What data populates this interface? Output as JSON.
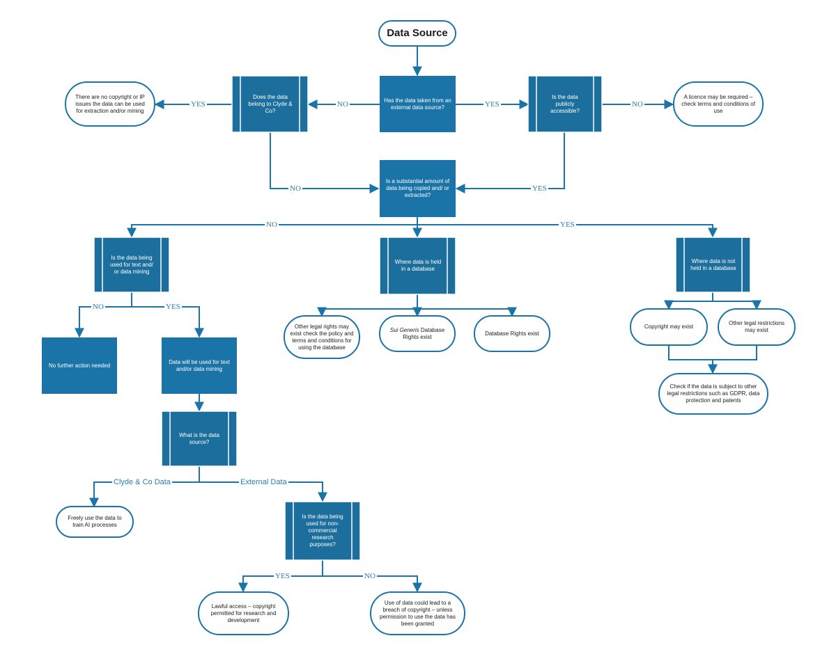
{
  "colors": {
    "line": "#1a74a8",
    "box": "#1a74a8",
    "predefined": "#1c6f9c",
    "label": "#2a7fb3"
  },
  "nodes": {
    "start": "Data Source",
    "external": "Has the data taken from an external data source?",
    "belong": "Does the data belong to Clyde & Co?",
    "no_ip": "There are no copyright or IP issues the data can be used for extraction and/or mining",
    "public": "Is the data publicly accessible?",
    "licence": "A licence may be required – check terms and conditions of use",
    "substantial": "Is a substantial amount of data being copied and/ or extracted?",
    "tdm": "Is the data being used for text and/ or data mining",
    "db_held": "Where data is held in a database",
    "db_not_held": "Where data is not held in a database",
    "no_action": "No further action needed",
    "will_tdm": "Data will be used for text and/or data mining",
    "other_rights": "Other legal rights may exist check the policy and terms and conditions for using the database",
    "sui_generis": "Sui Generis Database Rights exist",
    "db_rights": "Database Rights exist",
    "copyright": "Copyright may exist",
    "other_restrictions": "Other legal restrictions may exist",
    "check_subject": "Check if the data is subject to other legal restrictions such as GDPR, data protection and patents",
    "what_source": "What is the data source?",
    "freely": "Freely use the data to train AI processes",
    "noncommercial": "Is the data being used for non-commercial research purposes?",
    "lawful": "Lawful access – copyright permitted for research and development",
    "breach": "Use of data could lead to a breach of copyright – unless permission to use the data has been granted"
  },
  "labels": {
    "no_belong": "NO",
    "yes_public": "YES",
    "yes_noip": "YES",
    "no_licence": "NO",
    "no_substantial": "NO",
    "yes_substantial": "YES",
    "no_split": "NO",
    "yes_split": "YES",
    "no_tdm": "NO",
    "yes_tdm": "YES",
    "clyde": "Clyde & Co Data",
    "external": "External Data",
    "yes_lawful": "YES",
    "no_breach": "NO"
  }
}
